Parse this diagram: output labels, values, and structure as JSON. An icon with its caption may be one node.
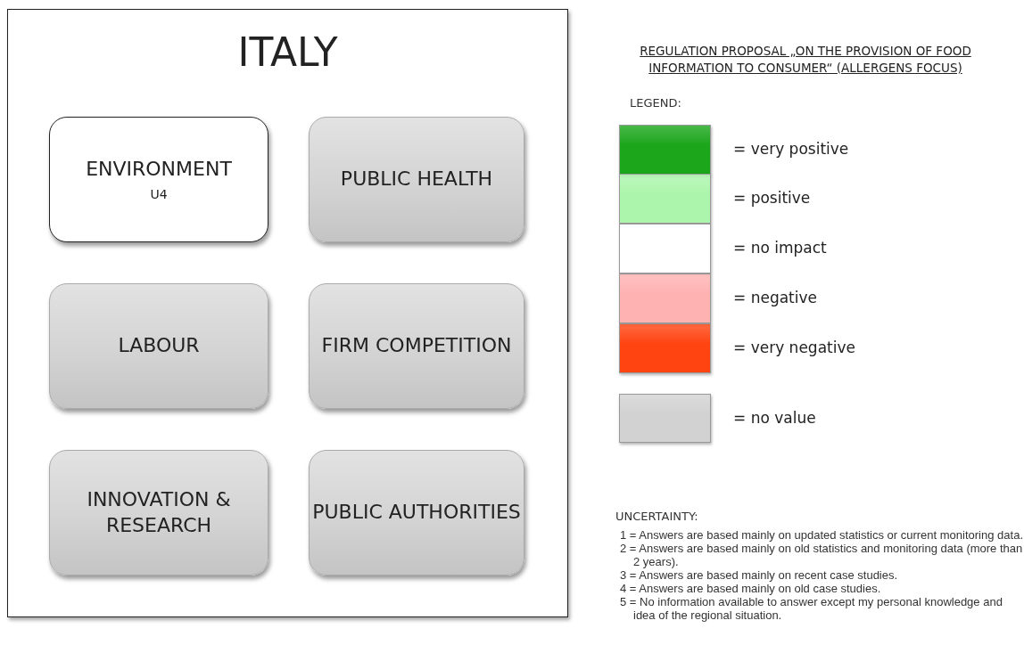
{
  "diagram": {
    "title": "REGULATION PROPOSAL „ON THE PROVISION OF FOOD INFORMATION TO CONSUMER“ (ALLERGENS FOCUS)",
    "nodes": [
      {
        "text": [
          "ITALY"
        ]
      },
      {
        "text": [
          "ENVIRONMENT",
          "U4"
        ],
        "in": 0
      },
      {
        "text": [
          "PUBLIC HEALTH"
        ],
        "in": 0
      },
      {
        "text": [
          "LABOUR"
        ],
        "in": 0
      },
      {
        "text": [
          "FIRM COMPETITION"
        ],
        "in": 0
      },
      {
        "text": [
          "INNOVATION & RESEARCH"
        ],
        "in": 0
      },
      {
        "text": [
          "PUBLIC AUTHORITIES"
        ],
        "in": 0
      }
    ],
    "edges": [],
    "labels": [
      "LEGEND:",
      "UNCERTAINTY:",
      "1 = Answers are based mainly on updated statistics or current monitoring data.",
      "2 = Answers are based mainly on old statistics and monitoring data (more than 2 years).",
      "3 = Answers are based mainly on recent case studies.",
      "4 = Answers are based mainly on old case studies.",
      "5 = No information available to answer except my personal knowledge and idea of the regional situation."
    ],
    "legend": [
      {
        "text": "= very positive",
        "color": "#1ca61c"
      },
      {
        "text": "= positive",
        "color": "#acf5ac"
      },
      {
        "text": "= no impact",
        "color": "#ffffff"
      },
      {
        "text": "= negative",
        "color": "#ffb2b2"
      },
      {
        "text": "= very negative",
        "color": "#ff4412"
      },
      {
        "text": "= no value",
        "color": "#d2d2d2"
      }
    ]
  }
}
